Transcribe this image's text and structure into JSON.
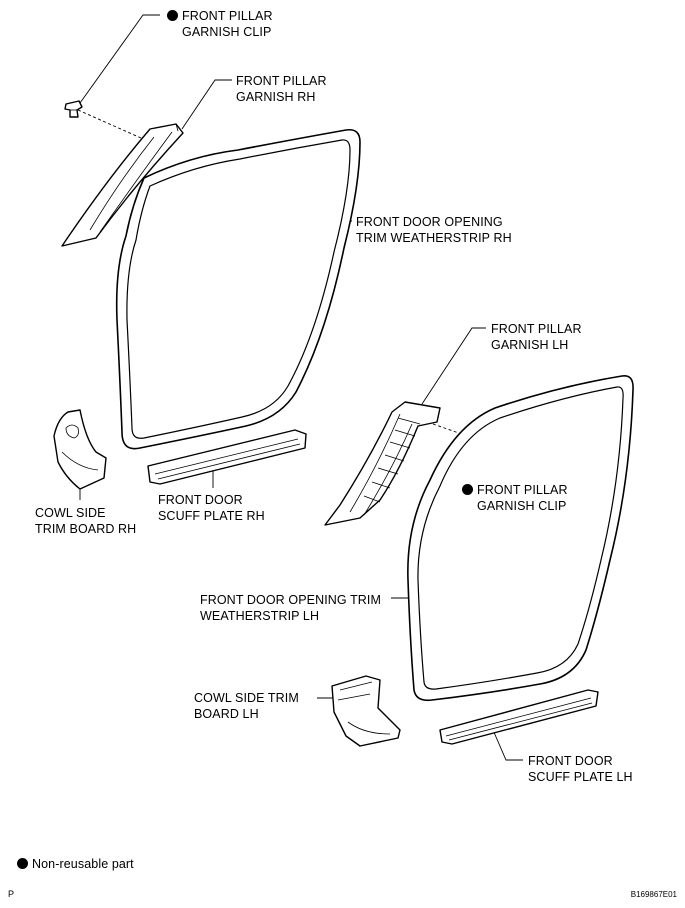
{
  "labels": {
    "clip_rh": [
      "FRONT PILLAR",
      "GARNISH CLIP"
    ],
    "garnish_rh": [
      "FRONT PILLAR",
      "GARNISH RH"
    ],
    "weatherstrip_rh": [
      "FRONT DOOR OPENING",
      "TRIM WEATHERSTRIP RH"
    ],
    "garnish_lh": [
      "FRONT PILLAR",
      "GARNISH LH"
    ],
    "clip_lh": [
      "FRONT PILLAR",
      "GARNISH CLIP"
    ],
    "cowl_rh": [
      "COWL SIDE",
      "TRIM BOARD RH"
    ],
    "scuff_rh": [
      "FRONT DOOR",
      "SCUFF PLATE RH"
    ],
    "weatherstrip_lh": [
      "FRONT DOOR OPENING TRIM",
      "WEATHERSTRIP LH"
    ],
    "cowl_lh": [
      "COWL SIDE TRIM",
      "BOARD LH"
    ],
    "scuff_lh": [
      "FRONT DOOR",
      "SCUFF PLATE LH"
    ]
  },
  "legend": {
    "symbol": "filled-circle",
    "text": "Non-reusable part"
  },
  "footer": {
    "left": "P",
    "right": "B169867E01"
  }
}
